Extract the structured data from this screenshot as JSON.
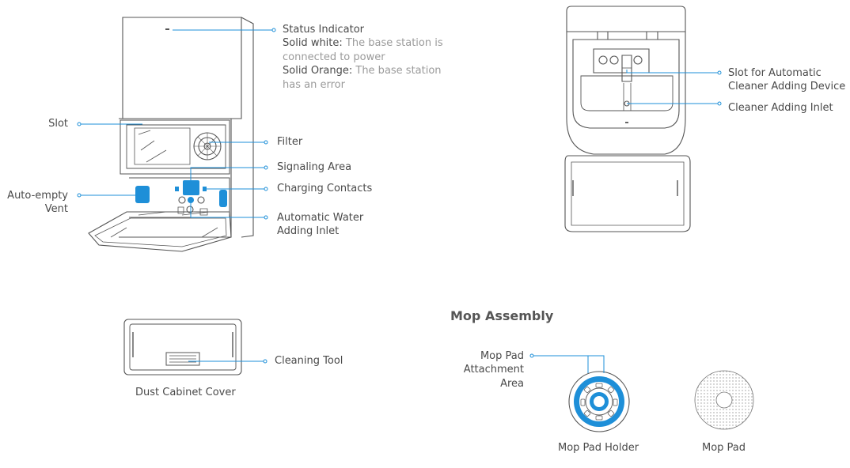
{
  "labels": {
    "status_indicator": "Status Indicator",
    "solid_white_key": "Solid white:",
    "solid_white_text_1": "The base station is",
    "solid_white_text_2": "connected to power",
    "solid_orange_key": "Solid Orange:",
    "solid_orange_text_1": "The base station",
    "solid_orange_text_2": "has an error",
    "slot": "Slot",
    "filter": "Filter",
    "signaling_area": "Signaling Area",
    "charging_contacts": "Charging Contacts",
    "auto_empty_vent_1": "Auto-empty",
    "auto_empty_vent_2": "Vent",
    "water_inlet_1": "Automatic Water",
    "water_inlet_2": "Adding Inlet",
    "slot_auto_cleaner_1": "Slot for Automatic",
    "slot_auto_cleaner_2": "Cleaner Adding Device",
    "cleaner_adding_inlet": "Cleaner Adding Inlet",
    "cleaning_tool": "Cleaning Tool",
    "dust_cabinet_cover": "Dust Cabinet Cover",
    "mop_assembly": "Mop Assembly",
    "mop_pad_attach_1": "Mop Pad",
    "mop_pad_attach_2": "Attachment",
    "mop_pad_attach_3": "Area",
    "mop_pad_holder": "Mop Pad Holder",
    "mop_pad": "Mop Pad"
  },
  "colors": {
    "accent": "#1E8FD8",
    "line": "#555555",
    "muted_text": "#9a9a9a",
    "text": "#4a4a4a"
  }
}
